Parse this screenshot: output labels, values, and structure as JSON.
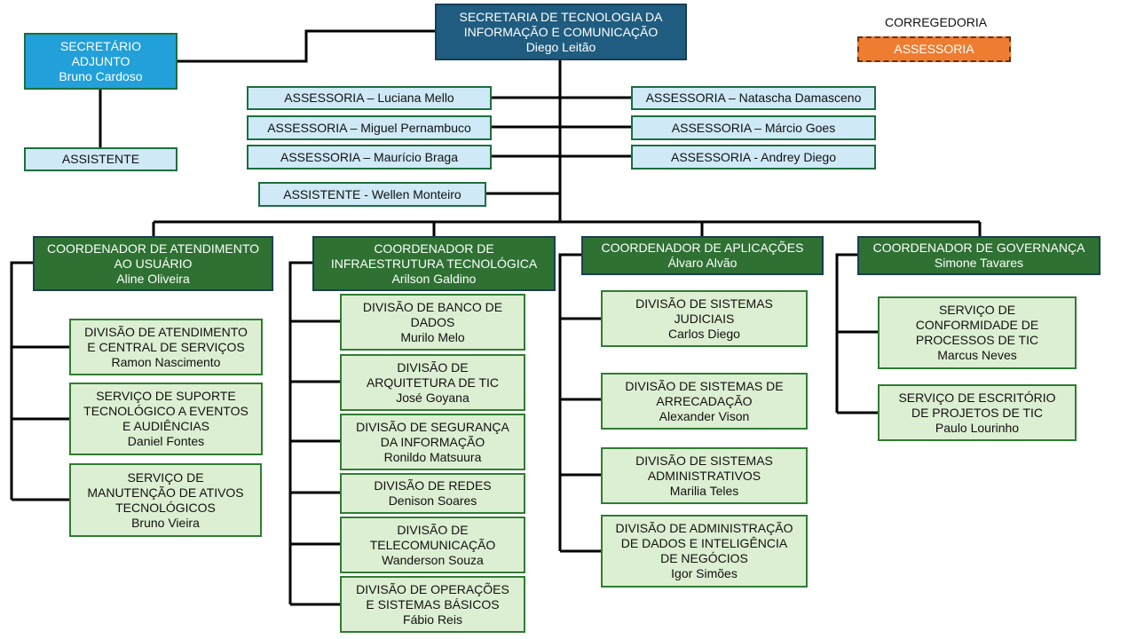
{
  "secretaria": {
    "title": "SECRETARIA DE TECNOLOGIA DA\nINFORMAÇÃO E COMUNICAÇÃO",
    "name": "Diego Leitão"
  },
  "adjunto": {
    "title": "SECRETÁRIO\nADJUNTO",
    "name": "Bruno Cardoso"
  },
  "assistente_adjunto": "ASSISTENTE",
  "corregedoria": {
    "label": "CORREGEDORIA",
    "box": "ASSESSORIA"
  },
  "assessorias_left": [
    "ASSESSORIA – Luciana Mello",
    "ASSESSORIA – Miguel Pernambuco",
    "ASSESSORIA – Maurício Braga"
  ],
  "assessorias_right": [
    "ASSESSORIA – Natascha Damasceno",
    "ASSESSORIA – Márcio Goes",
    "ASSESSORIA - Andrey Diego"
  ],
  "assistente_wellen": "ASSISTENTE - Wellen Monteiro",
  "coordenacoes": [
    {
      "title": "COORDENADOR DE ATENDIMENTO\nAO USUÁRIO",
      "name": "Aline Oliveira",
      "units": [
        {
          "title": "DIVISÃO DE ATENDIMENTO\nE CENTRAL DE SERVIÇOS",
          "name": "Ramon Nascimento"
        },
        {
          "title": "SERVIÇO DE SUPORTE\nTECNOLÓGICO A EVENTOS\nE AUDIÊNCIAS",
          "name": "Daniel Fontes"
        },
        {
          "title": "SERVIÇO DE\nMANUTENÇÃO DE ATIVOS\nTECNOLÓGICOS",
          "name": "Bruno Vieira"
        }
      ]
    },
    {
      "title": "COORDENADOR DE\nINFRAESTRUTURA TECNOLÓGICA",
      "name": "Arilson Galdino",
      "units": [
        {
          "title": "DIVISÃO DE BANCO DE\nDADOS",
          "name": "Murilo Melo"
        },
        {
          "title": "DIVISÃO DE\nARQUITETURA DE TIC",
          "name": "José Goyana"
        },
        {
          "title": "DIVISÃO DE SEGURANÇA\nDA INFORMAÇÃO",
          "name": "Ronildo Matsuura"
        },
        {
          "title": "DIVISÃO DE REDES",
          "name": "Denison Soares"
        },
        {
          "title": "DIVISÃO DE\nTELECOMUNICAÇÃO",
          "name": "Wanderson Souza"
        },
        {
          "title": "DIVISÃO DE OPERAÇÕES\nE SISTEMAS BÁSICOS",
          "name": "Fábio Reis"
        }
      ]
    },
    {
      "title": "COORDENADOR DE APLICAÇÕES",
      "name": "Álvaro Alvão",
      "units": [
        {
          "title": "DIVISÃO DE SISTEMAS\nJUDICIAIS",
          "name": "Carlos Diego"
        },
        {
          "title": "DIVISÃO DE SISTEMAS DE\nARRECADAÇÃO",
          "name": "Alexander Vison"
        },
        {
          "title": "DIVISÃO DE SISTEMAS\nADMINISTRATIVOS",
          "name": "Marilia Teles"
        },
        {
          "title": "DIVISÃO DE ADMINISTRAÇÃO\nDE DADOS E INTELIGÊNCIA\nDE NEGÓCIOS",
          "name": "Igor Simões"
        }
      ]
    },
    {
      "title": "COORDENADOR DE GOVERNANÇA",
      "name": "Simone Tavares",
      "units": [
        {
          "title": "SERVIÇO DE\nCONFORMIDADE DE\nPROCESSOS DE TIC",
          "name": "Marcus Neves"
        },
        {
          "title": "SERVIÇO DE ESCRITÓRIO\nDE PROJETOS DE TIC",
          "name": "Paulo Lourinho"
        }
      ]
    }
  ]
}
